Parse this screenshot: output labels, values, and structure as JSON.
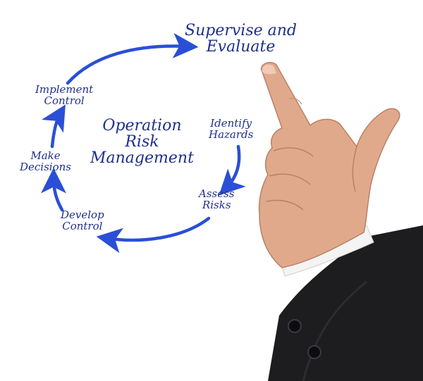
{
  "diagram": {
    "title": {
      "lines": [
        "Operation",
        "Risk",
        "Management"
      ]
    },
    "steps": [
      {
        "id": "supervise",
        "lines": [
          "Supervise and",
          "Evaluate"
        ]
      },
      {
        "id": "identify",
        "lines": [
          "Identify",
          "Hazards"
        ]
      },
      {
        "id": "assess",
        "lines": [
          "Assess",
          "Risks"
        ]
      },
      {
        "id": "develop",
        "lines": [
          "Develop",
          "Control"
        ]
      },
      {
        "id": "decisions",
        "lines": [
          "Make",
          "Decisions"
        ]
      },
      {
        "id": "implement",
        "lines": [
          "Implement",
          "Control"
        ]
      }
    ],
    "colors": {
      "ink": "#1f2f8f",
      "arrow": "#2a4fd6",
      "skin": "#e0a98c",
      "suit": "#1d1d20",
      "cuff": "#f4f4f4"
    }
  }
}
